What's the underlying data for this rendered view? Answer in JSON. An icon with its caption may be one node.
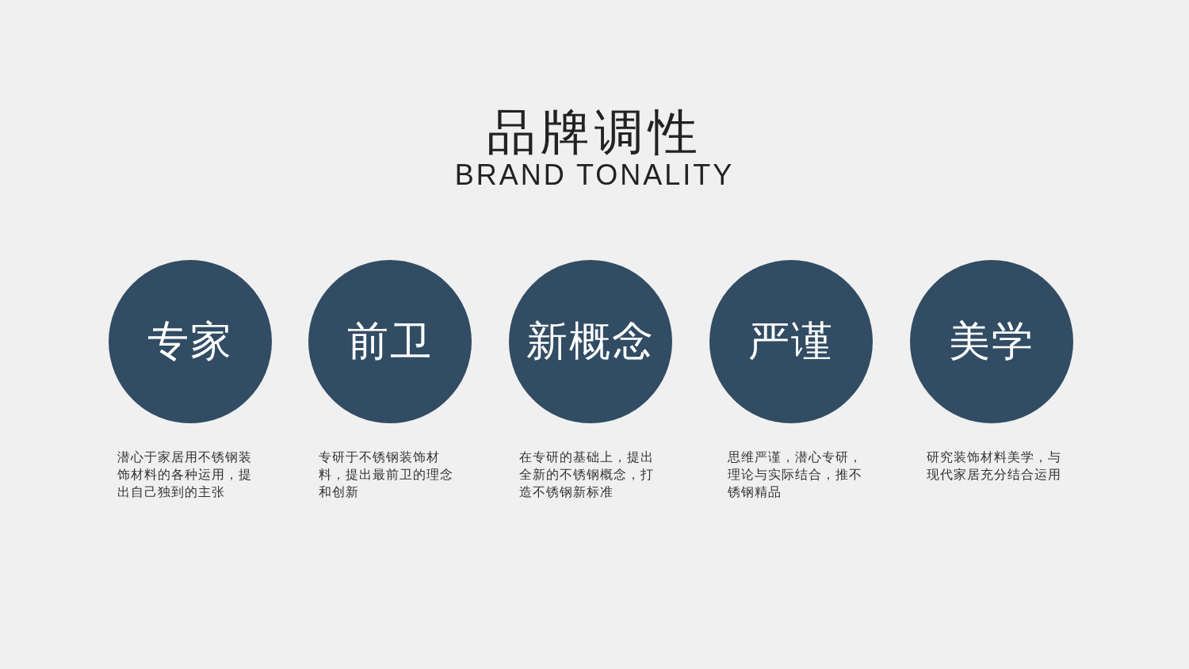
{
  "diagram": {
    "title": "品牌调性",
    "nodes": [
      {
        "text": [
          "专家"
        ],
        "beside": [
          "潜心于家居用不锈钢装饰材料的各种运用，提出自己独到的主张"
        ]
      },
      {
        "text": [
          "前卫"
        ],
        "beside": [
          "专研于不锈钢装饰材料，提出最前卫的理念和创新"
        ]
      },
      {
        "text": [
          "新概念"
        ],
        "beside": [
          "在专研的基础上，提出全新的不锈钢概念，打造不锈钢新标准"
        ]
      },
      {
        "text": [
          "严谨"
        ],
        "beside": [
          "思维严谨，潜心专研，理论与实际结合，推不锈钢精品"
        ]
      },
      {
        "text": [
          "美学"
        ],
        "beside": [
          "研究装饰材料美学，与现代家居充分结合运用"
        ]
      }
    ],
    "edges": [],
    "labels": [
      "BRAND TONALITY"
    ]
  }
}
